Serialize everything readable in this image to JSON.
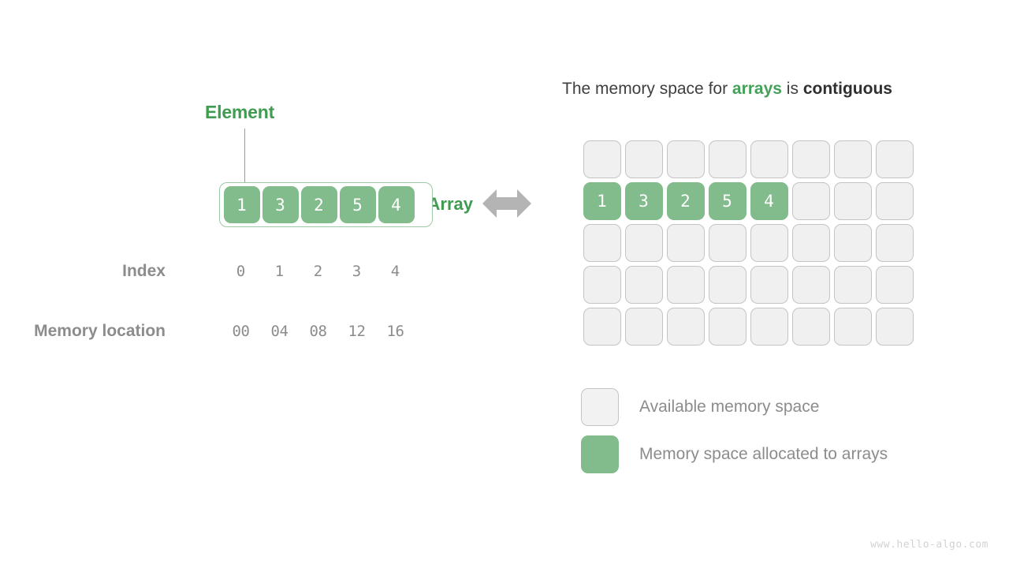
{
  "diagram": {
    "title_left": "Element",
    "labels": {
      "array": "Array",
      "index": "Index",
      "memory_location": "Memory location"
    },
    "array": {
      "values": [
        "1",
        "3",
        "2",
        "5",
        "4"
      ],
      "indices": [
        "0",
        "1",
        "2",
        "3",
        "4"
      ],
      "memory_locations": [
        "00",
        "04",
        "08",
        "12",
        "16"
      ]
    },
    "arrow": {
      "name": "double-headed-arrow",
      "color": "#b4b4b4"
    }
  },
  "memory_panel": {
    "heading": {
      "part1": "The memory space for ",
      "highlight_green": "arrays",
      "part2": " is ",
      "highlight_dark": "contiguous"
    },
    "grid": {
      "columns": 8,
      "rows": 5,
      "filled_row_index": 1,
      "filled_values": [
        "1",
        "3",
        "2",
        "5",
        "4"
      ]
    },
    "legend": [
      {
        "swatch": "free",
        "label": "Available memory space"
      },
      {
        "swatch": "used",
        "label": "Memory space allocated to arrays"
      }
    ]
  },
  "colors": {
    "green_fill": "#82bc8c",
    "green_text": "#3e9b4f",
    "gray_text": "#8c8c8c",
    "free_cell": "#f0f0f0",
    "free_border": "#c4c4c4"
  },
  "watermark": "www.hello-algo.com"
}
